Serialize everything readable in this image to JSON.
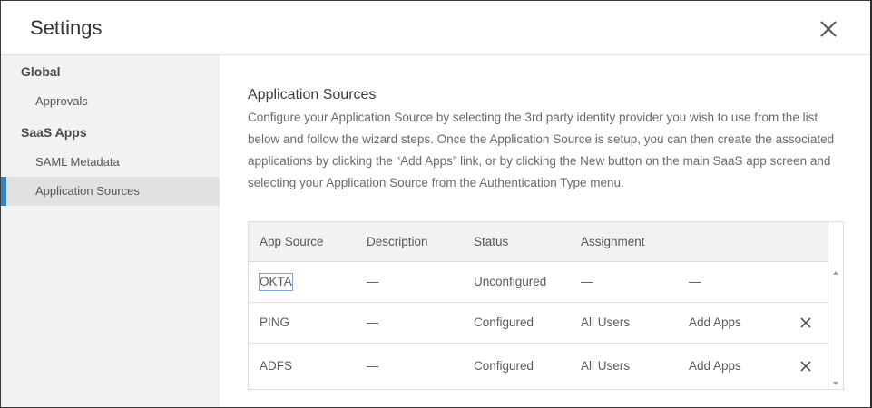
{
  "dialog": {
    "title": "Settings",
    "close_icon": "close-icon"
  },
  "sidebar": {
    "groups": [
      {
        "label": "Global",
        "items": [
          {
            "label": "Approvals",
            "active": false
          }
        ]
      },
      {
        "label": "SaaS Apps",
        "items": [
          {
            "label": "SAML Metadata",
            "active": false
          },
          {
            "label": "Application Sources",
            "active": true
          }
        ]
      }
    ],
    "active_color": "#2f87c9"
  },
  "main": {
    "title": "Application Sources",
    "description": "Configure your Application Source by selecting the 3rd party identity provider you wish to use from the list below and follow the wizard steps. Once the Application Source is setup, you can then create the associated applications by clicking the “Add Apps” link, or by clicking the New button on the main SaaS app screen and selecting your Application Source from the Authentication Type menu.",
    "table": {
      "columns": [
        "App Source",
        "Description",
        "Status",
        "Assignment"
      ],
      "rows": [
        {
          "source": "OKTA",
          "description": "—",
          "status": "Unconfigured",
          "assignment": "—",
          "action": "—",
          "deletable": false
        },
        {
          "source": "PING",
          "description": "—",
          "status": "Configured",
          "assignment": "All Users",
          "action": "Add Apps",
          "deletable": true
        },
        {
          "source": "ADFS",
          "description": "—",
          "status": "Configured",
          "assignment": "All Users",
          "action": "Add Apps",
          "deletable": true
        }
      ]
    },
    "link_color": "#3f7cba"
  }
}
